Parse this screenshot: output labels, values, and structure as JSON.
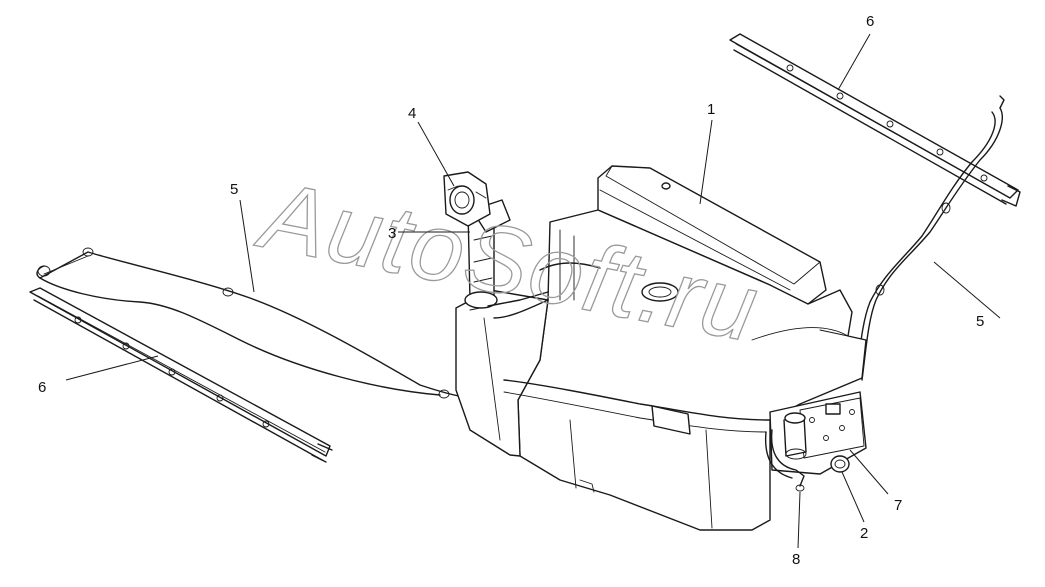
{
  "watermark": {
    "text": "AutoSoft.ru",
    "color": "#9a9a9a"
  },
  "callouts": [
    {
      "id": "1",
      "label": "1"
    },
    {
      "id": "2",
      "label": "2"
    },
    {
      "id": "3",
      "label": "3"
    },
    {
      "id": "4",
      "label": "4"
    },
    {
      "id": "5a",
      "label": "5"
    },
    {
      "id": "5b",
      "label": "5"
    },
    {
      "id": "6a",
      "label": "6"
    },
    {
      "id": "6b",
      "label": "6"
    },
    {
      "id": "7",
      "label": "7"
    },
    {
      "id": "8",
      "label": "8"
    }
  ],
  "colors": {
    "line": "#1a1a1a",
    "background": "#ffffff"
  }
}
